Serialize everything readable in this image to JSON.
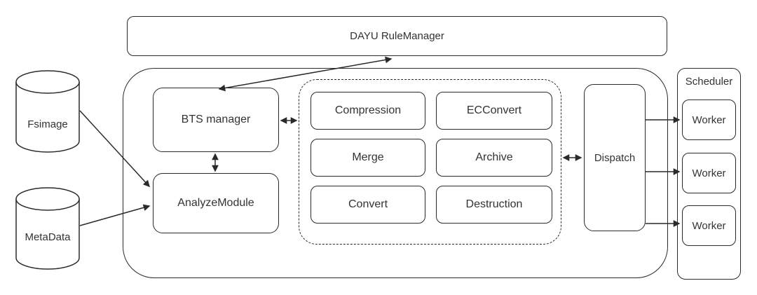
{
  "colors": {
    "stroke": "#2a2a2a",
    "text": "#333333",
    "background": "#ffffff"
  },
  "rule_manager": {
    "label": "DAYU RuleManager"
  },
  "datastores": {
    "fsimage": {
      "label": "Fsimage"
    },
    "metadata": {
      "label": "MetaData"
    }
  },
  "pipeline": {
    "bts_manager": {
      "label": "BTS manager"
    },
    "analyze_module": {
      "label": "AnalyzeModule"
    },
    "tasks": [
      {
        "label": "Compression"
      },
      {
        "label": "ECConvert"
      },
      {
        "label": "Merge"
      },
      {
        "label": "Archive"
      },
      {
        "label": "Convert"
      },
      {
        "label": "Destruction"
      }
    ],
    "dispatch": {
      "label": "Dispatch"
    }
  },
  "scheduler": {
    "label": "Scheduler",
    "workers": [
      {
        "label": "Worker"
      },
      {
        "label": "Worker"
      },
      {
        "label": "Worker"
      }
    ]
  }
}
